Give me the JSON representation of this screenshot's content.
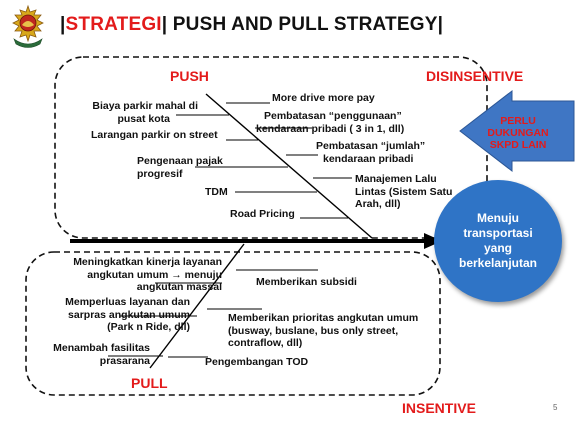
{
  "header": {
    "title_prefix": "|",
    "title_red": "STRATEGI",
    "title_rest": "| PUSH AND PULL STRATEGY|"
  },
  "push": {
    "heading": "PUSH",
    "items": [
      [
        "Biaya parkir mahal di",
        "pusat kota"
      ],
      [
        "Larangan parkir on street"
      ],
      [
        "Pengenaan pajak",
        "progresif"
      ],
      [
        "TDM"
      ],
      [
        "Road Pricing"
      ]
    ]
  },
  "disinsentive": {
    "heading": "DISINSENTIVE",
    "items": [
      [
        "More drive more pay"
      ],
      [
        "Pembatasan “penggunaan”",
        "kendaraan pribadi ( 3 in 1, dll)"
      ],
      [
        "Pembatasan “jumlah”",
        "kendaraan pribadi"
      ],
      [
        "Manajemen Lalu",
        "Lintas (Sistem Satu",
        "Arah, dll)"
      ]
    ]
  },
  "pull": {
    "heading": "PULL",
    "items": [
      [
        "Meningkatkan kinerja layanan",
        "angkutan umum → menuju",
        "angkutan massal"
      ],
      [
        "Memperluas layanan dan",
        "sarpras angkutan umum",
        "(Park n Ride, dll)"
      ],
      [
        "Menambah fasilitas",
        "prasarana"
      ]
    ]
  },
  "insentive": {
    "heading": "INSENTIVE",
    "items": [
      [
        "Memberikan subsidi"
      ],
      [
        "Memberikan prioritas angkutan umum",
        "(busway, buslane, bus only street,",
        "contraflow, dll)"
      ],
      [
        "Pengembangan TOD"
      ]
    ]
  },
  "goal": [
    "Menuju",
    "transportasi",
    "yang",
    "berkelanjutan"
  ],
  "callout": [
    "PERLU",
    "DUKUNGAN",
    "SKPD LAIN"
  ],
  "page_number": "5",
  "colors": {
    "accent_red": "#e31b1b",
    "goal_blue": "#2f74c6",
    "callout_blue": "#3f76c4"
  }
}
